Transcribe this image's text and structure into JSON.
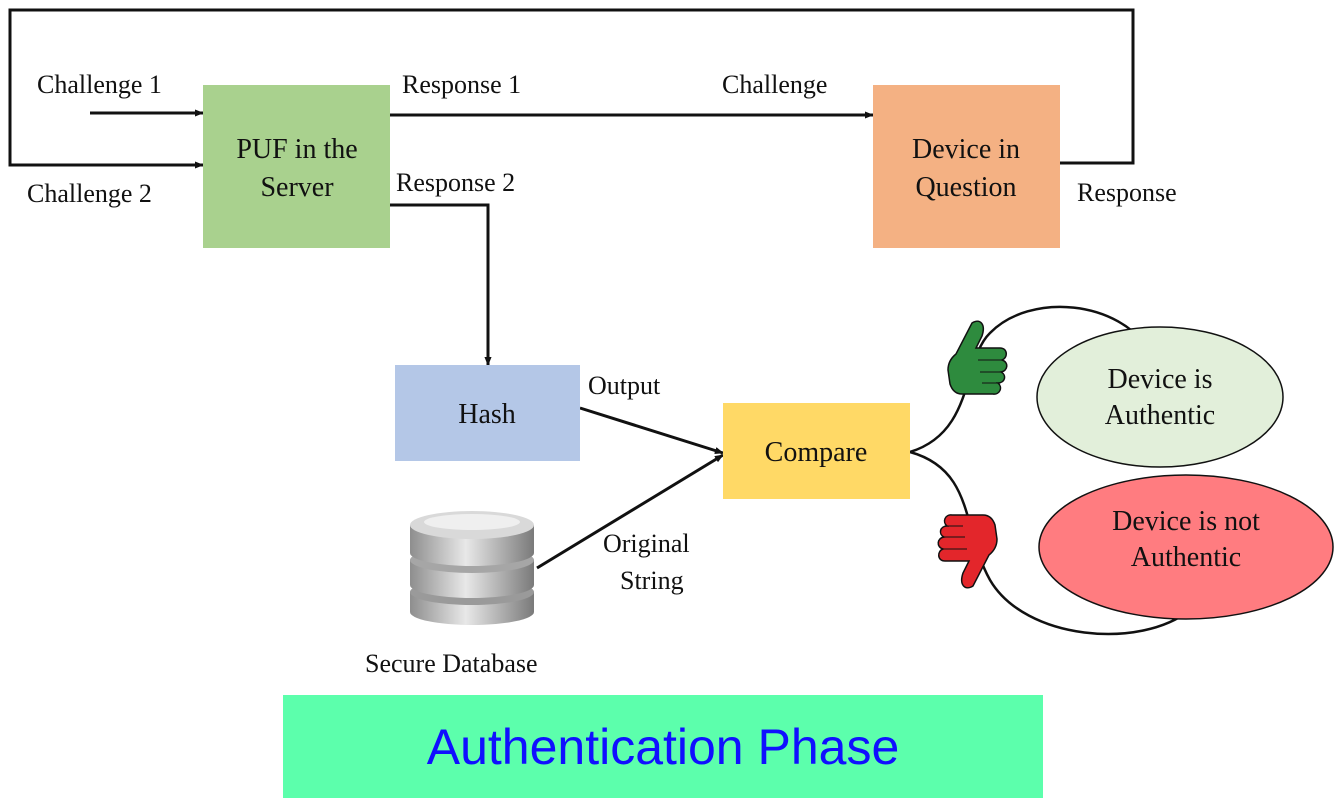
{
  "nodes": {
    "puf": {
      "line1": "PUF in the",
      "line2": "Server",
      "color": "#a9d18e"
    },
    "device": {
      "line1": "Device in",
      "line2": "Question",
      "color": "#f4b183"
    },
    "hash": {
      "label": "Hash",
      "color": "#b4c7e7"
    },
    "compare": {
      "label": "Compare",
      "color": "#ffd966"
    },
    "authentic": {
      "line1": "Device is",
      "line2": "Authentic",
      "color": "#e2efda"
    },
    "not_authentic": {
      "line1": "Device is not",
      "line2": "Authentic",
      "color": "#ff7c80"
    },
    "database": {
      "label": "Secure Database"
    }
  },
  "edges": {
    "challenge1": "Challenge 1",
    "challenge2": "Challenge 2",
    "response1": "Response 1",
    "response2": "Response 2",
    "challenge": "Challenge",
    "response": "Response",
    "output": "Output",
    "original_line1": "Original",
    "original_line2": "String"
  },
  "icons": {
    "thumbs_up": {
      "name": "thumbs-up-icon",
      "color": "#2e8b3e"
    },
    "thumbs_down": {
      "name": "thumbs-down-icon",
      "color": "#e3262b"
    },
    "database": {
      "name": "database-icon"
    }
  },
  "banner": {
    "label": "Authentication Phase",
    "background": "#5cffac",
    "text_color": "#1010ff"
  }
}
